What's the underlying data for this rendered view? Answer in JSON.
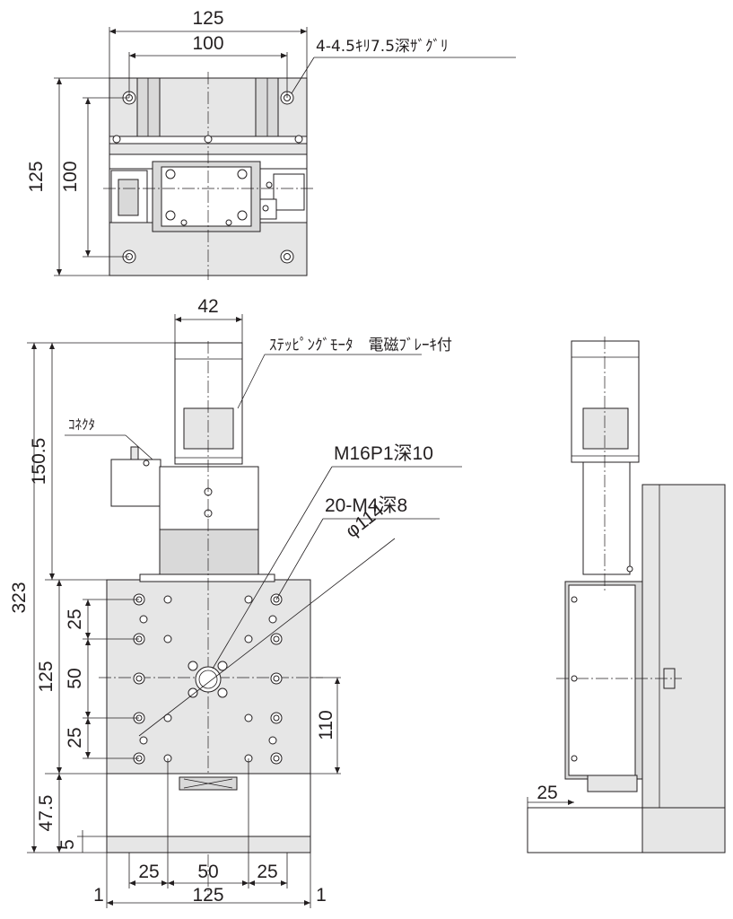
{
  "top_view": {
    "dim_width_outer": "125",
    "dim_width_inner": "100",
    "dim_height_outer": "125",
    "dim_height_inner": "100",
    "callout_counterbore": "4-4.5ｷﾘ7.5深ｻﾞｸﾞﾘ"
  },
  "front_view": {
    "dim_motor_width": "42",
    "callout_motor": "ｽﾃｯﾋﾟﾝｸﾞﾓｰﾀ　電磁ﾌﾞﾚｰｷ付",
    "callout_connector": "ｺﾈｸﾀ",
    "callout_center_hole": "M16P1深10",
    "callout_tapped_holes": "20-M4深8",
    "callout_pcd": "φ114",
    "dim_total_height": "323",
    "dim_motor_height": "150.5",
    "dim_table": "125",
    "dim_pitch_25a": "25",
    "dim_pitch_50": "50",
    "dim_pitch_25b": "25",
    "dim_travel": "110",
    "dim_base_height": "47.5",
    "dim_base_step": "5",
    "dim_bottom_25a": "25",
    "dim_bottom_50": "50",
    "dim_bottom_25b": "25",
    "dim_bottom_125": "125",
    "dim_offset_left": "1",
    "dim_offset_right": "1"
  },
  "side_view": {
    "dim_base_offset": "25"
  }
}
